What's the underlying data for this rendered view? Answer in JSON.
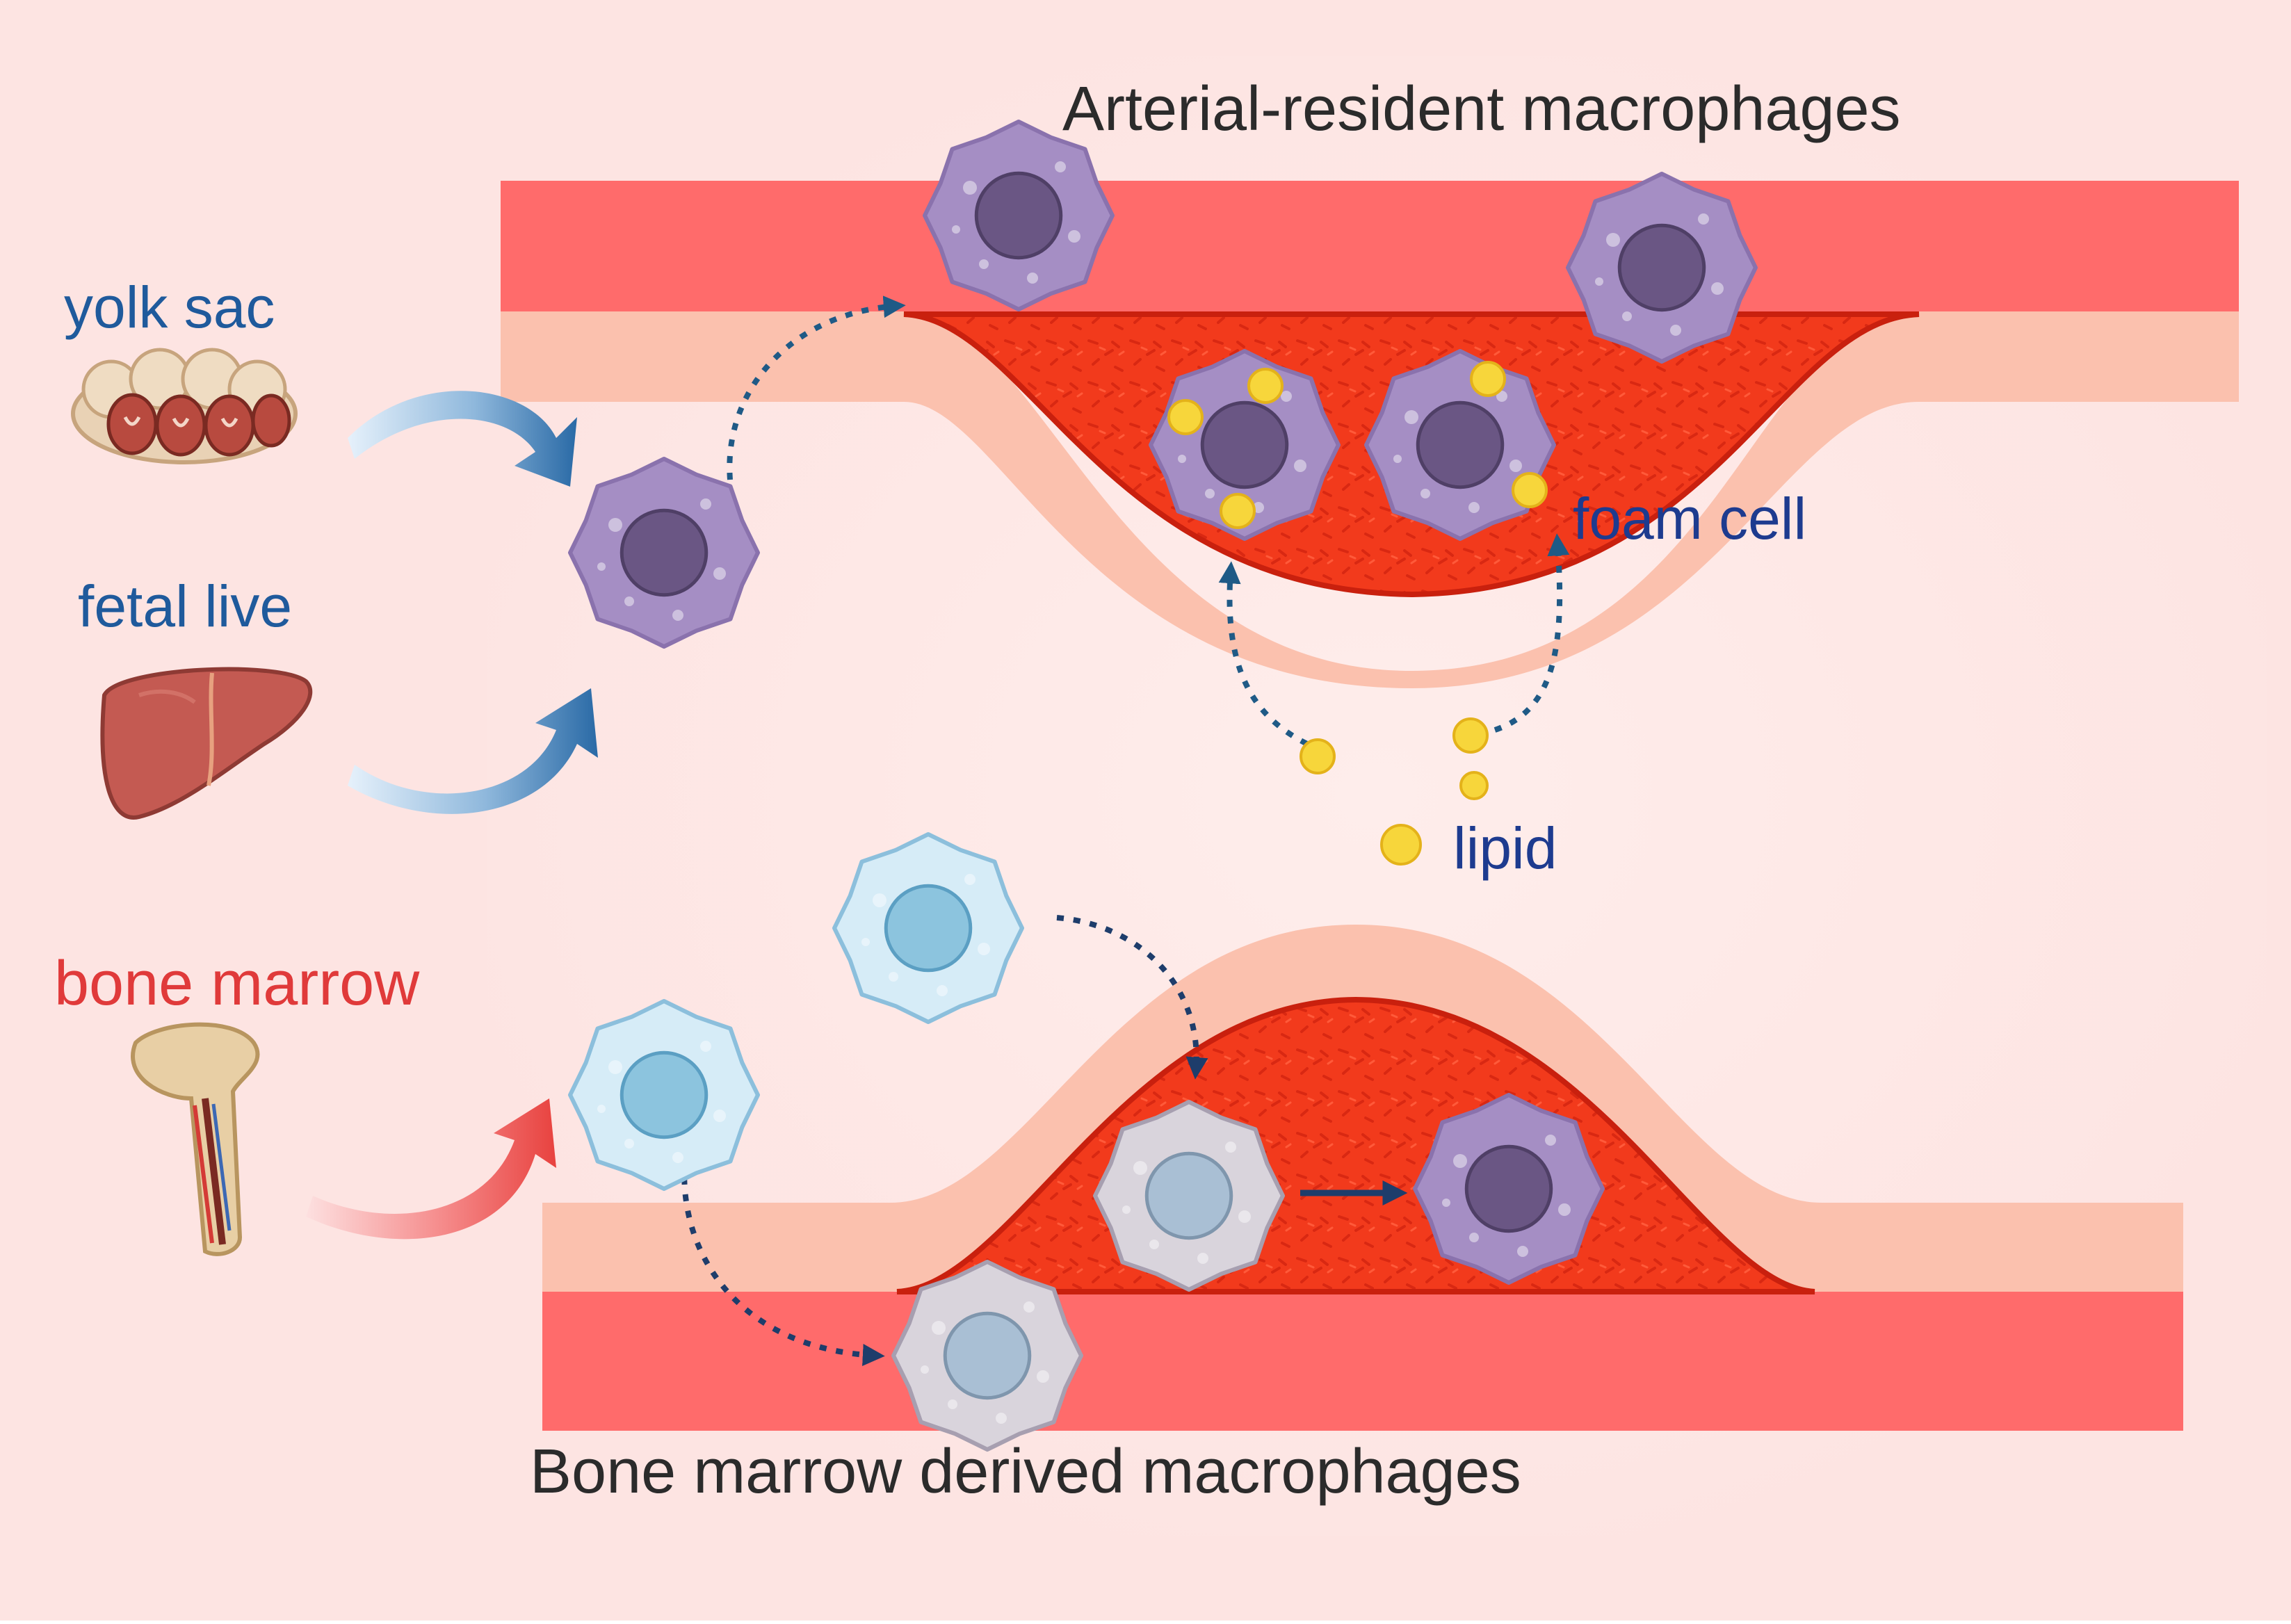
{
  "labels": {
    "arterial_resident": "Arterial-resident macrophages",
    "bone_marrow_derived": "Bone marrow derived macrophages",
    "yolk_sac": "yolk sac",
    "fetal_liver": "fetal live",
    "bone_marrow": "bone marrow",
    "foam_cell": "foam cell",
    "lipid": "lipid"
  },
  "colors": {
    "background": "#fde4e2",
    "vessel_wall": "#ff6b6b",
    "intima": "#fbc1ae",
    "plaque": "#f23a1c",
    "resident_macrophage": "#a58ec4",
    "resident_nucleus": "#6a5684",
    "monocyte": "#cfe8f4",
    "monocyte_nucleus": "#84c0da",
    "lipid_droplet": "#f7d63b",
    "arrow_dark_blue": "#1e3d6b",
    "arrow_red": "#e8423f"
  }
}
